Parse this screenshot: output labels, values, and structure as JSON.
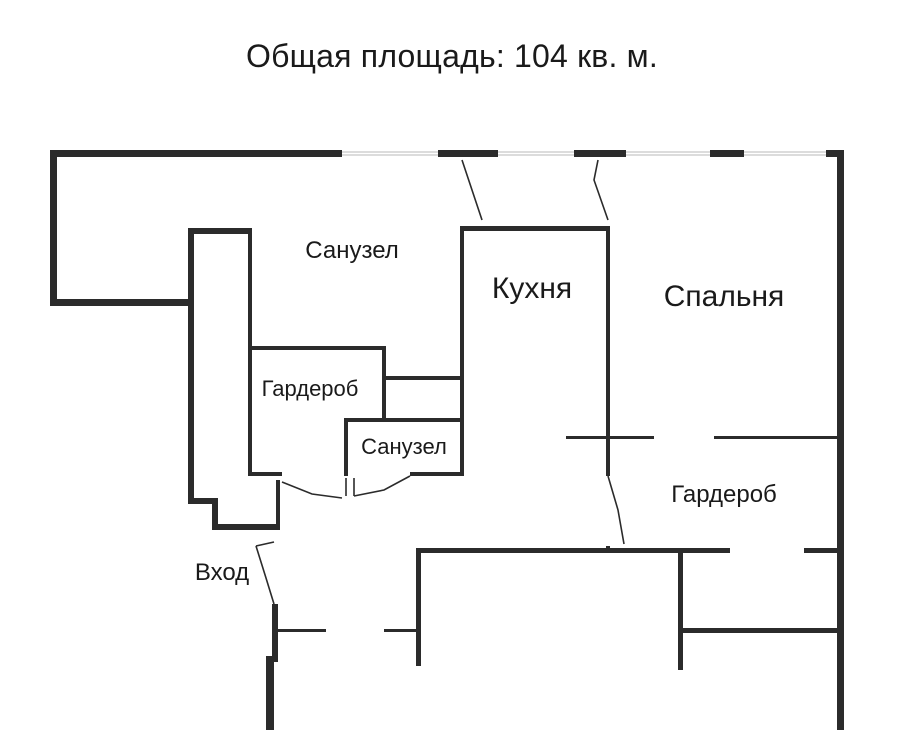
{
  "plan": {
    "title": "Общая площадь: 104 кв. м.",
    "rooms": {
      "bathroom_top": "Санузел",
      "kitchen": "Кухня",
      "bedroom": "Спальня",
      "wardrobe_left": "Гардероб",
      "bathroom_small": "Санузел",
      "wardrobe_right": "Гардероб",
      "entrance": "Вход"
    }
  }
}
